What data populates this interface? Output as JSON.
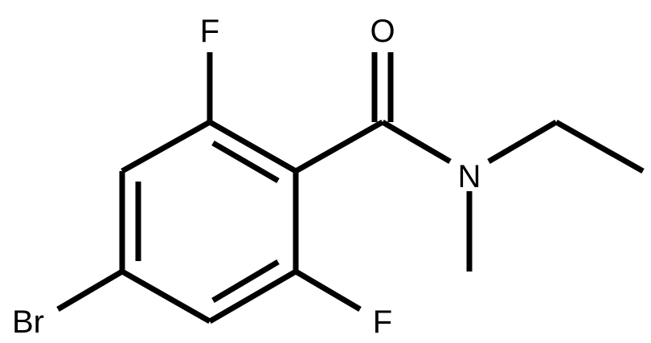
{
  "molecule": {
    "atoms": {
      "fluorine_top": "F",
      "fluorine_bottom": "F",
      "oxygen": "O",
      "nitrogen": "N",
      "bromine": "Br"
    }
  }
}
